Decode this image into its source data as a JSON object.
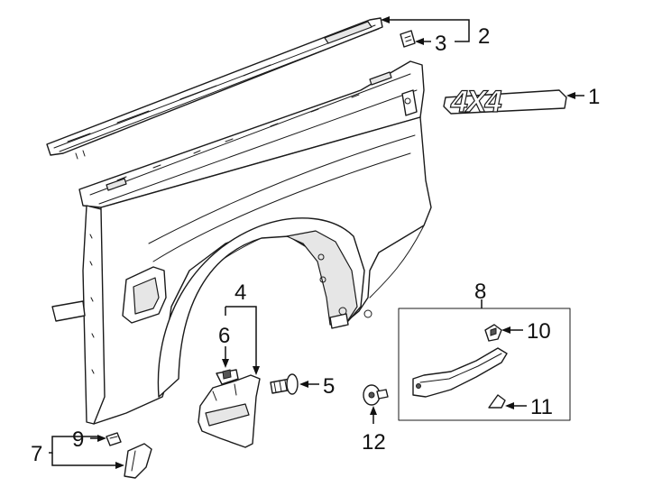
{
  "callouts": {
    "c1": "1",
    "c2": "2",
    "c3": "3",
    "c4": "4",
    "c5": "5",
    "c6": "6",
    "c7": "7",
    "c8": "8",
    "c9": "9",
    "c10": "10",
    "c11": "11",
    "c12": "12"
  },
  "emblem": {
    "text": "4X4"
  }
}
